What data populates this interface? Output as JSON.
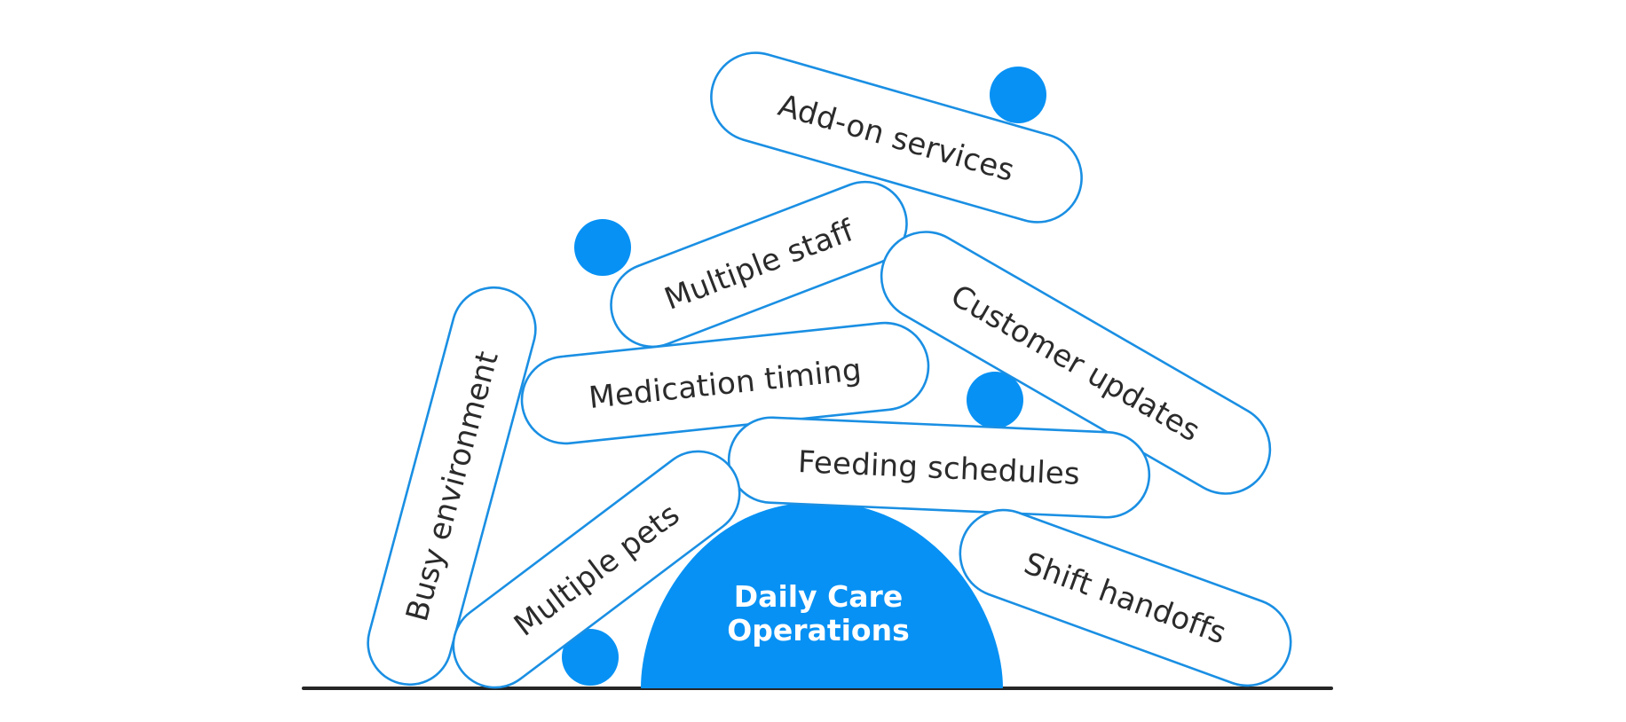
{
  "center": {
    "line1": "Daily Care",
    "line2": "Operations"
  },
  "pills": [
    "Add-on services",
    "Multiple staff",
    "Customer updates",
    "Medication timing",
    "Feeding schedules",
    "Busy environment",
    "Multiple pets",
    "Shift handoffs"
  ],
  "colors": {
    "accent": "#0791f4",
    "outline": "#1a8fe3",
    "text": "#2b2b2b",
    "ground": "#262626"
  }
}
